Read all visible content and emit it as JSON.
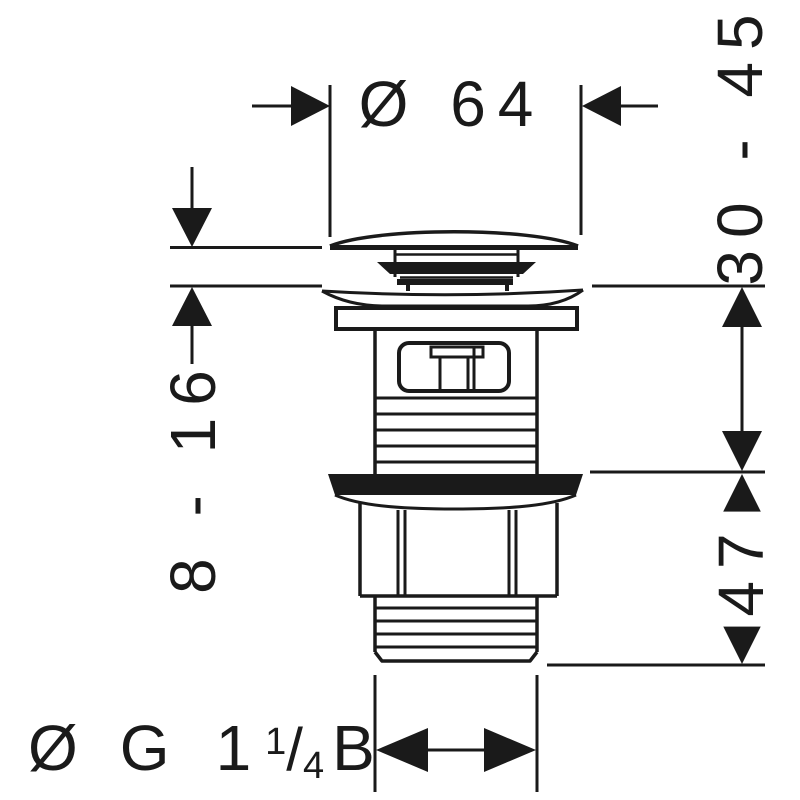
{
  "drawing": {
    "subject": "push-open basin waste valve, sectional dimension drawing"
  },
  "dimensions": {
    "top": {
      "label": "Ø 64"
    },
    "left": {
      "label": "8 - 16"
    },
    "right_upper": {
      "label": "30 - 45"
    },
    "right_lower": {
      "label": "47"
    }
  },
  "thread_label": {
    "diameter_symbol": "Ø",
    "thread_type": "G",
    "whole": "1",
    "fraction_numerator": "1",
    "fraction_slash": "/",
    "fraction_denominator": "4",
    "suffix": "B"
  },
  "colors": {
    "ink": "#1a1a1a",
    "background": "#ffffff"
  }
}
